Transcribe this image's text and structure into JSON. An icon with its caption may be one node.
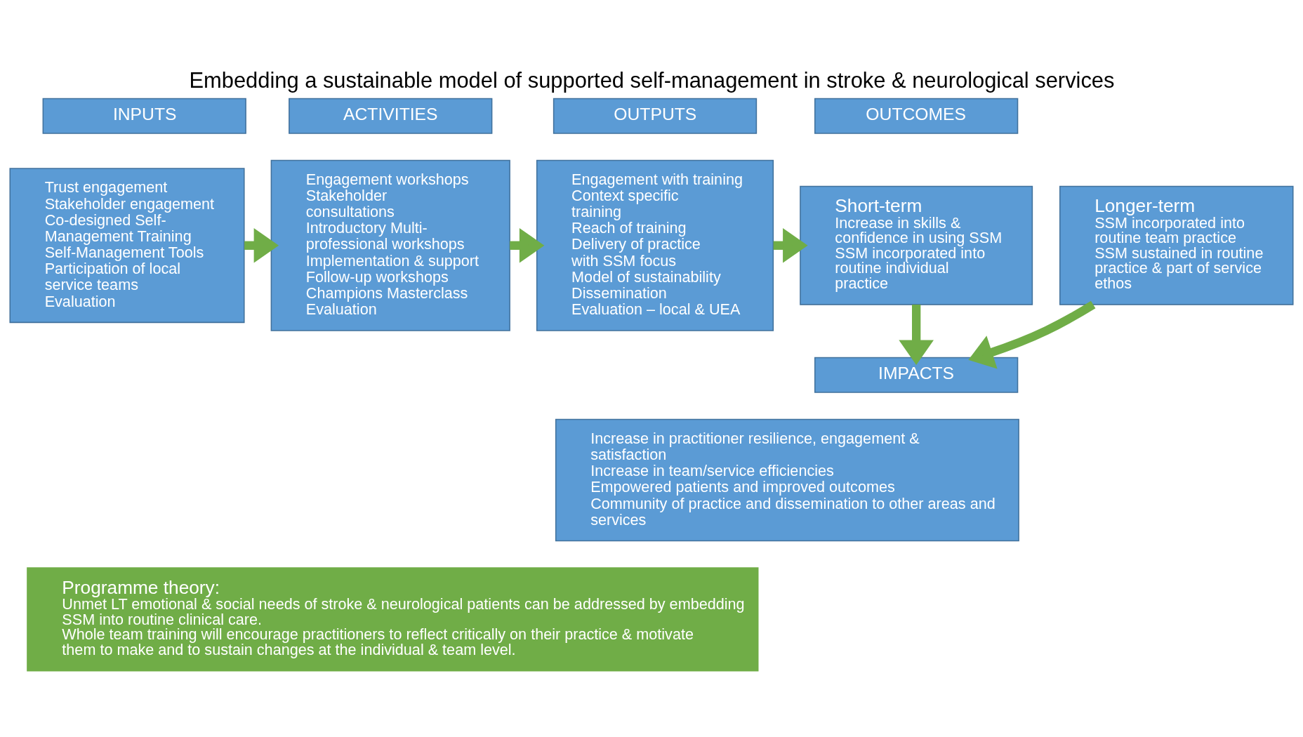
{
  "diagram": {
    "title": "Embedding a sustainable model of supported self-management in stroke & neurological services",
    "nodes": [
      {
        "text": [
          "INPUTS"
        ]
      },
      {
        "text": [
          "Trust engagement",
          "Stakeholder engagement",
          "Co-designed Self-Management Training",
          "Self-Management Tools",
          "Participation of local service teams",
          "Evaluation"
        ]
      },
      {
        "text": [
          "ACTIVITIES"
        ]
      },
      {
        "text": [
          "Engagement workshops",
          "Stakeholder consultations",
          "Introductory Multi-professional workshops",
          "Implementation & support",
          "Follow-up workshops",
          "Champions Masterclass",
          "Evaluation"
        ]
      },
      {
        "text": [
          "OUTPUTS"
        ]
      },
      {
        "text": [
          "Engagement with training",
          "Context specific training",
          "Reach of training",
          "Delivery of practice with SSM focus",
          "Model of sustainability",
          "Dissemination",
          "Evaluation – local & UEA"
        ]
      },
      {
        "text": [
          "OUTCOMES"
        ]
      },
      {
        "text": [
          "Short-term",
          "Increase in skills & confidence in using SSM",
          "SSM incorporated into routine individual practice"
        ]
      },
      {
        "text": [
          "Longer-term",
          "SSM incorporated into routine team practice",
          "SSM sustained in routine practice & part of service ethos"
        ]
      },
      {
        "text": [
          "IMPACTS"
        ]
      },
      {
        "text": [
          "Increase in practitioner resilience, engagement & satisfaction",
          "Increase in team/service efficiencies",
          "Empowered patients and improved outcomes",
          "Community of practice and dissemination to other areas and services"
        ]
      },
      {
        "text": [
          "Programme theory:",
          "Unmet LT emotional & social needs of stroke & neurological patients can be addressed by embedding SSM into routine clinical care.",
          "Whole team training will encourage practitioners to reflect critically on their practice & motivate them to make and to sustain changes at the individual & team level."
        ]
      }
    ],
    "edges": [
      {
        "from": 1,
        "to": 3,
        "arrow": "to"
      },
      {
        "from": 3,
        "to": 5,
        "arrow": "to"
      },
      {
        "from": 5,
        "to": 7,
        "arrow": "to"
      },
      {
        "from": 7,
        "to": 9,
        "arrow": "to"
      },
      {
        "from": 8,
        "to": 9,
        "arrow": "to"
      }
    ]
  }
}
